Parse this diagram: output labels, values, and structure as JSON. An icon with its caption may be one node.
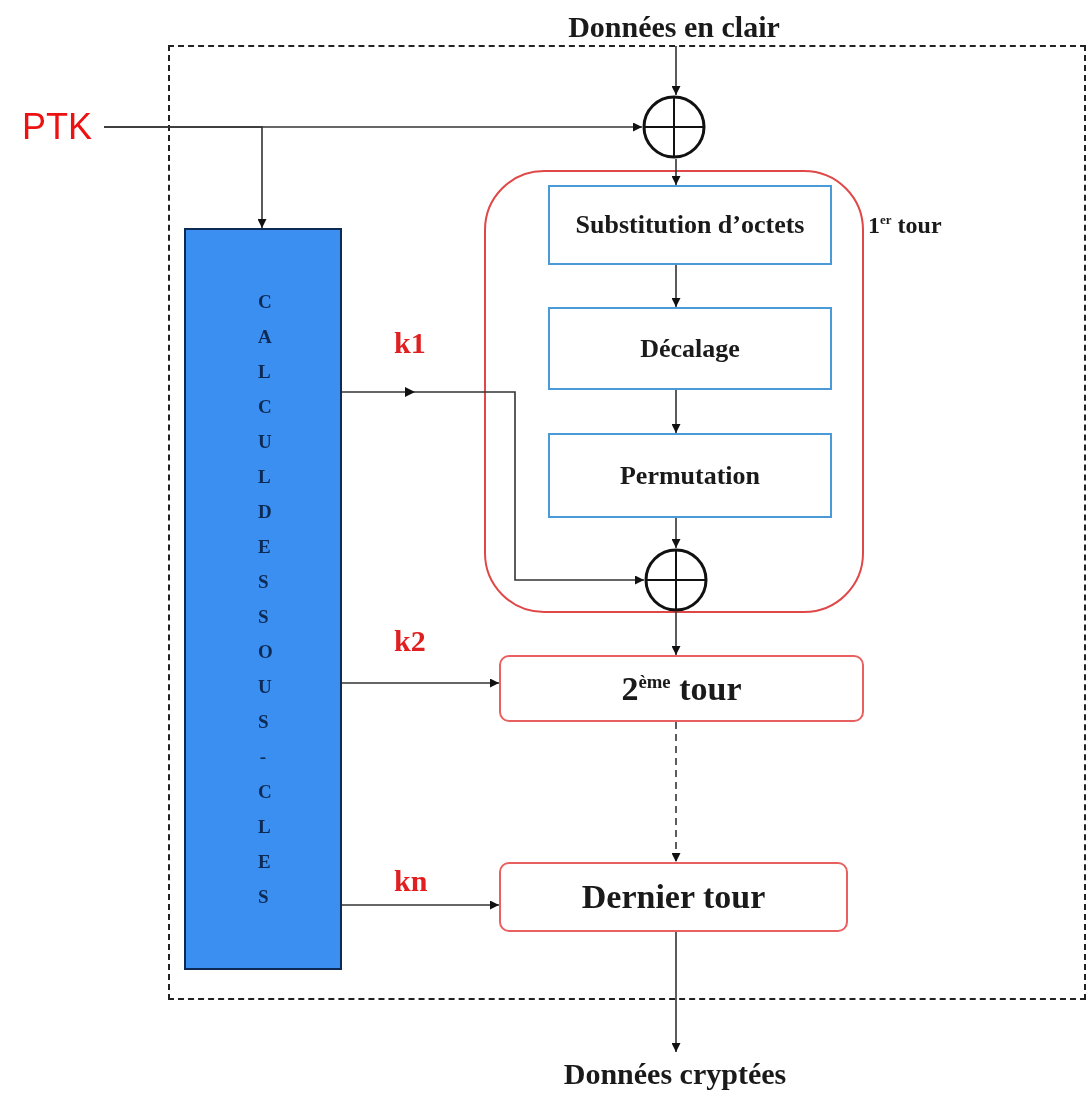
{
  "diagram": {
    "nodes": [
      {
        "text": [
          "Données en clair"
        ]
      },
      {
        "text": [
          "PTK"
        ]
      },
      {
        "text": [],
        "shape": "circle"
      },
      {
        "text": [
          "CALCUL DES SOUS-CLES"
        ]
      },
      {
        "text": [
          "1$^{er}$ tour"
        ]
      },
      {
        "text": [
          "Substitution d’octets"
        ],
        "in": 4
      },
      {
        "text": [
          "Décalage"
        ],
        "in": 4
      },
      {
        "text": [
          "Permutation"
        ],
        "in": 4
      },
      {
        "text": [],
        "shape": "circle",
        "in": 4
      },
      {
        "text": [
          "2$^{ème}$ tour"
        ]
      },
      {
        "text": [
          "Dernier tour"
        ]
      },
      {
        "text": [
          "Données cryptées"
        ]
      }
    ],
    "edges": [
      {
        "from": 0,
        "to": 2,
        "arrow": "to"
      },
      {
        "from": 1,
        "to": 2,
        "arrow": "to"
      },
      {
        "from": 1,
        "to": 3,
        "arrow": "to"
      },
      {
        "from": 2,
        "to": 5,
        "arrow": "to"
      },
      {
        "from": 5,
        "to": 6,
        "arrow": "to"
      },
      {
        "from": 6,
        "to": 7,
        "arrow": "to"
      },
      {
        "from": 7,
        "to": 8,
        "arrow": "to"
      },
      {
        "from": 3,
        "to": 8,
        "arrow": "to",
        "label": "k1"
      },
      {
        "from": 8,
        "to": 9,
        "arrow": "to"
      },
      {
        "from": 3,
        "to": 9,
        "arrow": "to",
        "label": "k2"
      },
      {
        "from": 9,
        "to": 10,
        "arrow": "to",
        "style": "dashed"
      },
      {
        "from": 3,
        "to": 10,
        "arrow": "to",
        "label": "kn"
      },
      {
        "from": 10,
        "to": 11,
        "arrow": "to"
      }
    ]
  }
}
